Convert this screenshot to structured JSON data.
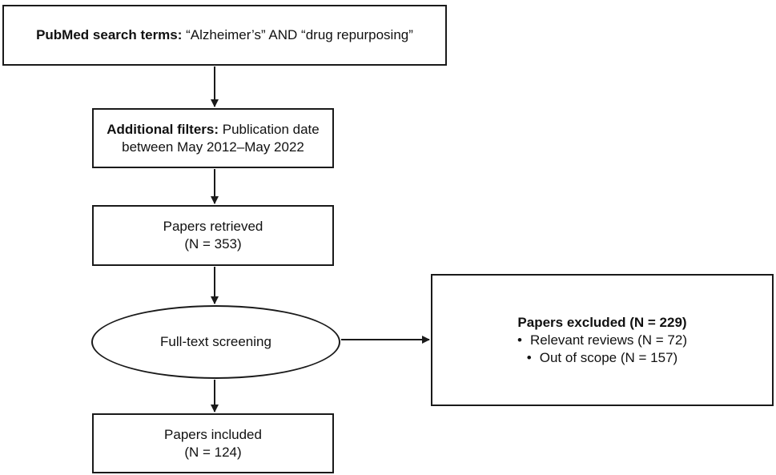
{
  "search": {
    "label": "PubMed search terms:",
    "terms": " “Alzheimer’s” AND “drug repurposing”"
  },
  "filters": {
    "label": "Additional filters:",
    "line1": " Publication date",
    "line2": "between May 2012–May 2022"
  },
  "retrieved": {
    "title": "Papers retrieved",
    "count": "(N = 353)"
  },
  "screening": {
    "label": "Full-text screening"
  },
  "excluded": {
    "title": "Papers excluded (N = 229)",
    "items": [
      "Relevant reviews (N = 72)",
      "Out of scope (N = 157)"
    ]
  },
  "included": {
    "title": "Papers included",
    "count": "(N = 124)"
  },
  "colors": {
    "line": "#1a1a1a",
    "background": "#ffffff"
  }
}
